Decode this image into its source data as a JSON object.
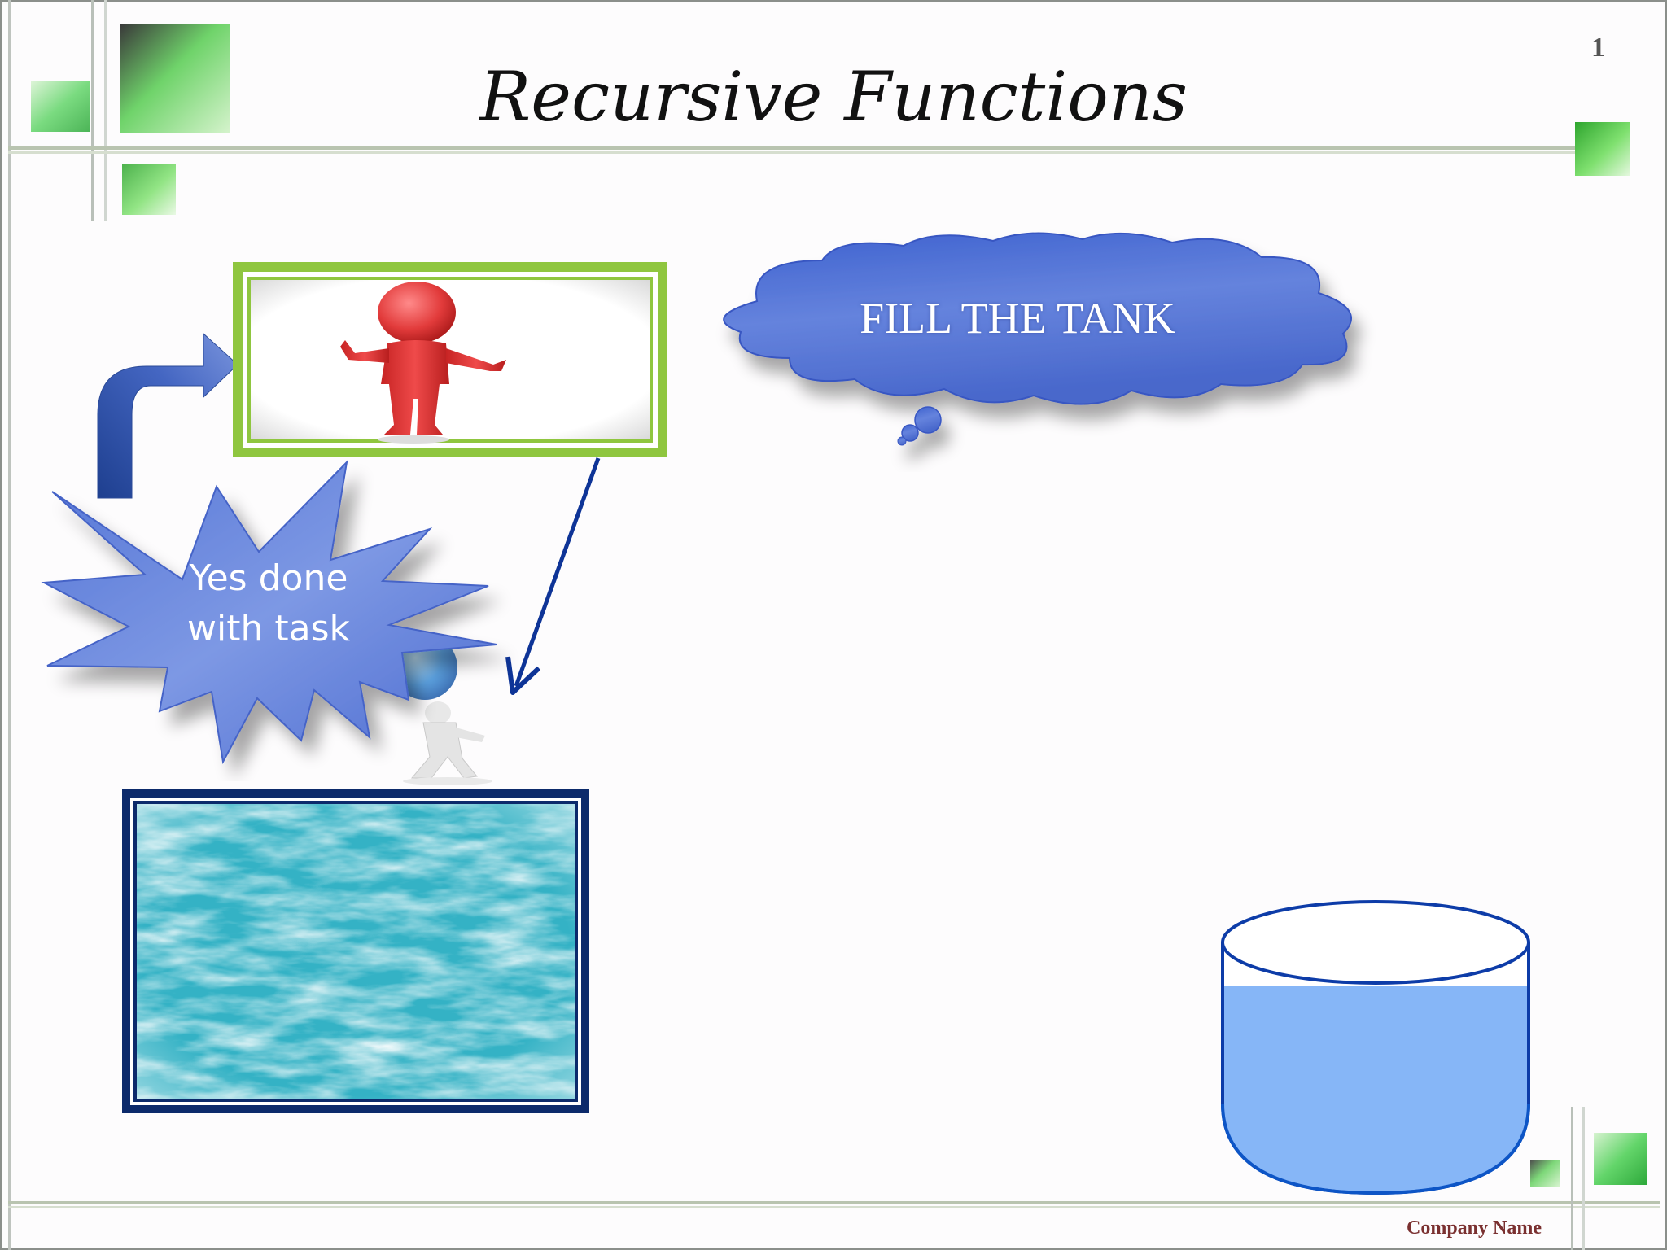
{
  "slide": {
    "title": "Recursive Functions",
    "slide_number": "1",
    "cloud_text": "FILL THE TANK",
    "star_text_line1": "Yes done",
    "star_text_line2": "with task",
    "footer_text": "Company Name"
  },
  "icons": {
    "figure": "red-person-figure",
    "carrier": "person-carrying-ball-figure",
    "water": "water-texture",
    "tank": "water-tank-cylinder",
    "return_arrow": "curved-up-right-arrow",
    "down_arrow": "diagonal-down-arrow"
  },
  "colors": {
    "accent_green": "#8fc63f",
    "cloud_blue": "#5a7bd8",
    "star_blue": "#6f8ee0",
    "water_cyan": "#3bb6c7",
    "tank_fill": "#86b6f7",
    "frame_navy": "#0c2a6b"
  }
}
